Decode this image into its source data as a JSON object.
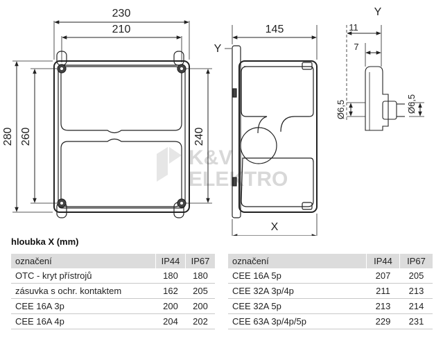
{
  "drawing": {
    "front": {
      "width_outer": "230",
      "width_inner": "210",
      "height_outer": "280",
      "height_inner": "260",
      "height_mount": "240"
    },
    "side": {
      "depth": "145",
      "view_label": "Y",
      "depth_label": "X"
    },
    "detail": {
      "title": "Y",
      "dim_a": "11",
      "dim_b": "7",
      "hole_left": "Ø6,5",
      "hole_right": "Ø6,5"
    },
    "watermark": {
      "line1": "K&V",
      "line2": "ELEKTRO"
    }
  },
  "caption": "hloubka X (mm)",
  "tables": {
    "left": {
      "headers": [
        "označení",
        "IP44",
        "IP67"
      ],
      "rows": [
        [
          "OTC - kryt přístrojů",
          "180",
          "180"
        ],
        [
          "zásuvka s ochr. kontaktem",
          "162",
          "205"
        ],
        [
          "CEE 16A 3p",
          "200",
          "200"
        ],
        [
          "CEE 16A 4p",
          "204",
          "202"
        ]
      ]
    },
    "right": {
      "headers": [
        "označení",
        "IP44",
        "IP67"
      ],
      "rows": [
        [
          "CEE 16A 5p",
          "207",
          "205"
        ],
        [
          "CEE 32A 3p/4p",
          "211",
          "213"
        ],
        [
          "CEE 32A 5p",
          "213",
          "214"
        ],
        [
          "CEE 63A 3p/4p/5p",
          "229",
          "231"
        ]
      ]
    }
  }
}
